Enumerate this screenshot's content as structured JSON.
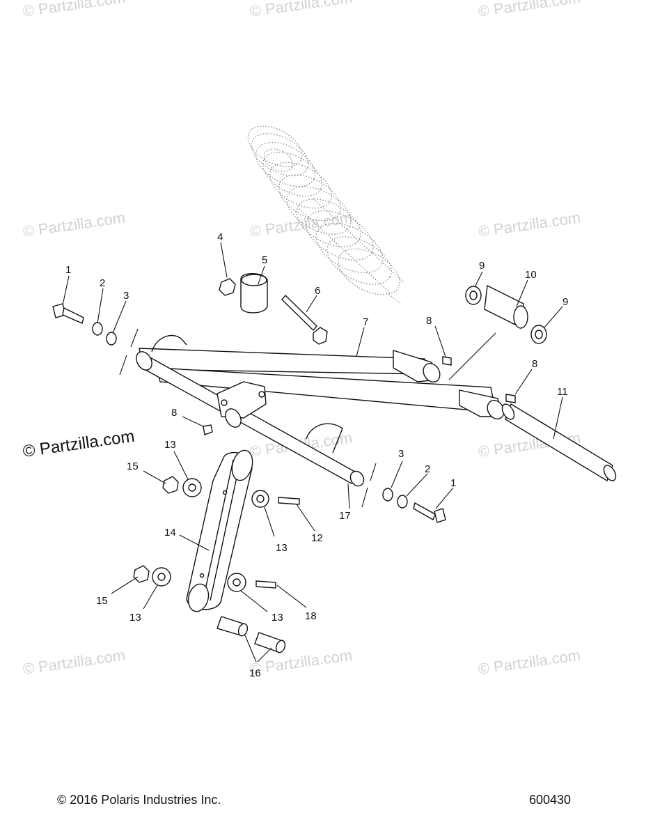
{
  "watermarks": [
    {
      "text": "© Partzilla.com"
    },
    {
      "text": "© Partzilla.com"
    },
    {
      "text": "© Partzilla.com"
    },
    {
      "text": "© Partzilla.com"
    },
    {
      "text": "© Partzilla.com"
    },
    {
      "text": "© Partzilla.com"
    },
    {
      "text": "© Partzilla.com"
    },
    {
      "text": "© Partzilla.com"
    },
    {
      "text": "© Partzilla.com"
    },
    {
      "text": "© Partzilla.com"
    },
    {
      "text": "© Partzilla.com"
    },
    {
      "text": "© Partzilla.com"
    }
  ],
  "callouts": [
    {
      "label": "1"
    },
    {
      "label": "2"
    },
    {
      "label": "3"
    },
    {
      "label": "4"
    },
    {
      "label": "5"
    },
    {
      "label": "6"
    },
    {
      "label": "7"
    },
    {
      "label": "8"
    },
    {
      "label": "8"
    },
    {
      "label": "8"
    },
    {
      "label": "9"
    },
    {
      "label": "10"
    },
    {
      "label": "9"
    },
    {
      "label": "11"
    },
    {
      "label": "13"
    },
    {
      "label": "15"
    },
    {
      "label": "14"
    },
    {
      "label": "13"
    },
    {
      "label": "12"
    },
    {
      "label": "17"
    },
    {
      "label": "3"
    },
    {
      "label": "2"
    },
    {
      "label": "1"
    },
    {
      "label": "15"
    },
    {
      "label": "13"
    },
    {
      "label": "13"
    },
    {
      "label": "18"
    },
    {
      "label": "16"
    }
  ],
  "footer": {
    "copyright": "© 2016 Polaris Industries Inc.",
    "drawing_number": "600430"
  }
}
